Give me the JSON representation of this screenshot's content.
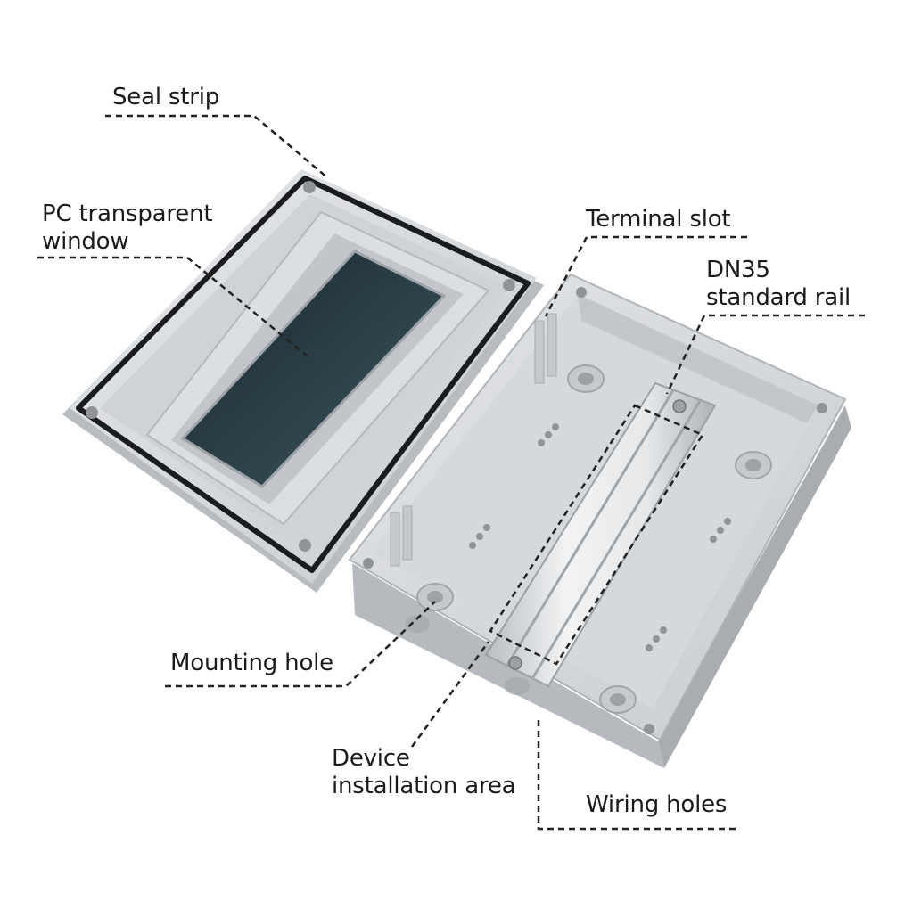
{
  "product": {
    "subject": "IP65 junction box, open lid and base with DIN rail",
    "colors": {
      "housing": "#d3d6d9",
      "housing_shadow": "#a9adb2",
      "seal": "#1b1c1e",
      "window_glass": "#223238",
      "rail": "#e4e6e8",
      "leader_line": "#222222"
    }
  },
  "callouts": {
    "seal_strip": "Seal strip",
    "pc_window": {
      "line1": "PC transparent",
      "line2": "window"
    },
    "terminal_slot": "Terminal slot",
    "din_rail": {
      "line1": "DN35",
      "line2": "standard rail"
    },
    "mounting_hole": "Mounting hole",
    "device_area": {
      "line1": "Device",
      "line2": "installation area"
    },
    "wiring_holes": "Wiring holes"
  }
}
